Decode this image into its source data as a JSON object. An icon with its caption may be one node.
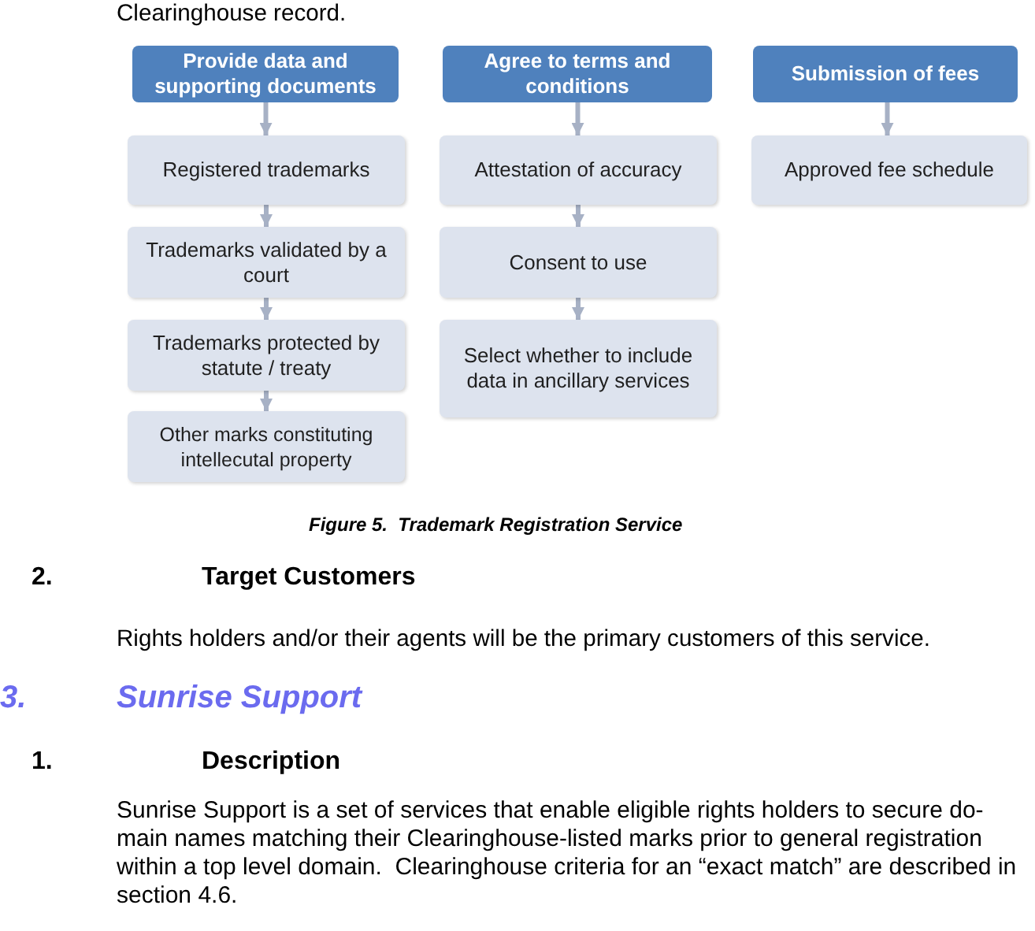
{
  "diagram": {
    "caption": "Figure 5.  Trademark Registration Service",
    "nodes": [
      {
        "text": [
          "Provide data and supporting documents"
        ]
      },
      {
        "text": [
          "Registered trademarks"
        ]
      },
      {
        "text": [
          "Trademarks validated by a court"
        ]
      },
      {
        "text": [
          "Trademarks protected by statute / treaty"
        ]
      },
      {
        "text": [
          "Other marks constituting intellecutal property"
        ]
      },
      {
        "text": [
          "Agree to terms and conditions"
        ]
      },
      {
        "text": [
          "Attestation of accuracy"
        ]
      },
      {
        "text": [
          "Consent to use"
        ]
      },
      {
        "text": [
          "Select whether to include data in ancillary services"
        ]
      },
      {
        "text": [
          "Submission of fees"
        ]
      },
      {
        "text": [
          "Approved fee schedule"
        ]
      }
    ],
    "edges": [
      {
        "from": 0,
        "to": 1,
        "arrow": "to"
      },
      {
        "from": 1,
        "to": 2,
        "arrow": "to"
      },
      {
        "from": 2,
        "to": 3,
        "arrow": "to"
      },
      {
        "from": 3,
        "to": 4,
        "arrow": "to"
      },
      {
        "from": 5,
        "to": 6,
        "arrow": "to"
      },
      {
        "from": 6,
        "to": 7,
        "arrow": "to"
      },
      {
        "from": 7,
        "to": 8,
        "arrow": "to"
      },
      {
        "from": 9,
        "to": 10,
        "arrow": "to"
      }
    ],
    "labels": [
      "Clearinghouse record.",
      "2.",
      "Target Customers",
      "Rights holders and/or their agents will be the primary customers of this service.",
      "3.",
      "Sunrise Support",
      "1.",
      "Description",
      "Sunrise Support is a set of services that enable eligible rights holders to secure do-main names matching their Clearinghouse-listed marks prior to general registration within a top level domain.  Clearinghouse criteria for an “exact match” are described in section 4.6."
    ]
  }
}
